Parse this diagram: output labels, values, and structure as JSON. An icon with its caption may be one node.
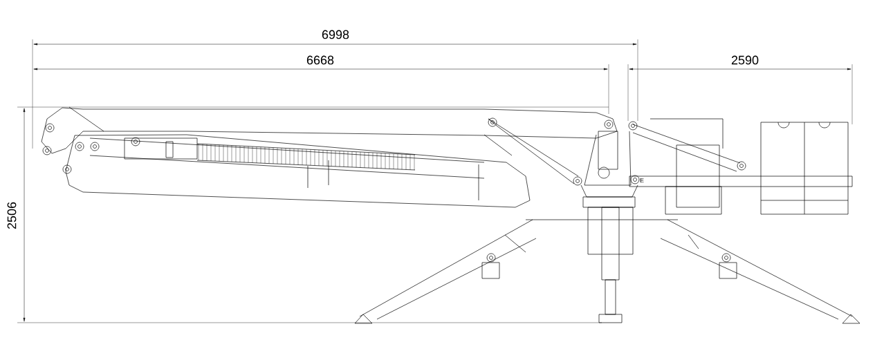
{
  "diagram": {
    "labels": [
      "6998",
      "6668",
      "2590",
      "2506",
      "E"
    ]
  }
}
